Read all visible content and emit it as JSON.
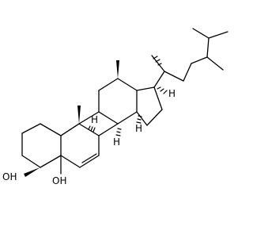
{
  "labels": {
    "hydroxyl_3": "OH",
    "hydroxyl_5": "OH",
    "h_c9": "H",
    "h_c8": "H",
    "h_c14": "H",
    "h_c17": "H"
  },
  "colors": {
    "bond": "#000000",
    "background": "#ffffff"
  }
}
